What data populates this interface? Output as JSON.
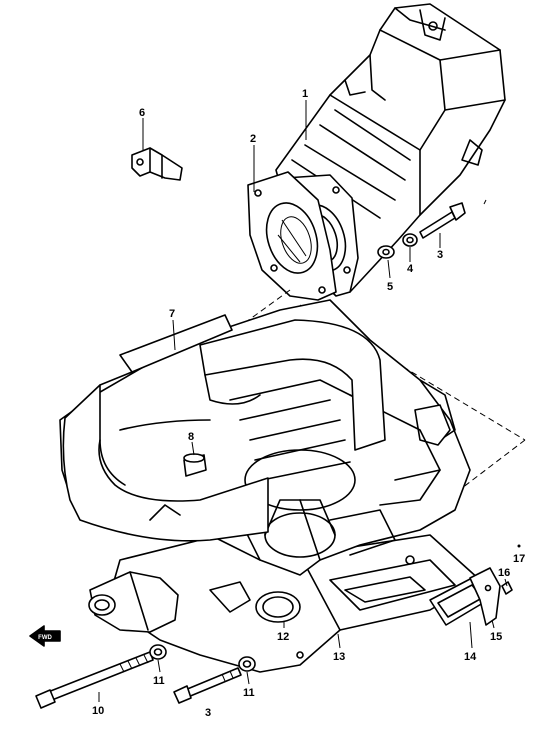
{
  "diagram": {
    "callouts": [
      {
        "id": "c1",
        "text": "1"
      },
      {
        "id": "c2",
        "text": "2"
      },
      {
        "id": "c3a",
        "text": "3"
      },
      {
        "id": "c4",
        "text": "4"
      },
      {
        "id": "c5",
        "text": "5"
      },
      {
        "id": "c6",
        "text": "6"
      },
      {
        "id": "c7",
        "text": "7"
      },
      {
        "id": "c8",
        "text": "8"
      },
      {
        "id": "c3b",
        "text": "3"
      },
      {
        "id": "c10",
        "text": "10"
      },
      {
        "id": "c11a",
        "text": "11"
      },
      {
        "id": "c11b",
        "text": "11"
      },
      {
        "id": "c12",
        "text": "12"
      },
      {
        "id": "c13",
        "text": "13"
      },
      {
        "id": "c14",
        "text": "14"
      },
      {
        "id": "c15",
        "text": "15"
      },
      {
        "id": "c16",
        "text": "16"
      },
      {
        "id": "c17",
        "text": "17"
      }
    ],
    "front_marker": "FWD"
  }
}
